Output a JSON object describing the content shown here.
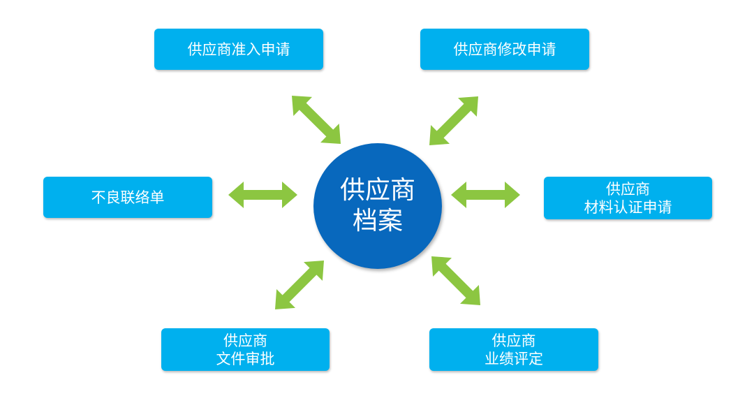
{
  "center": {
    "line1": "供应商",
    "line2": "档案"
  },
  "nodes": {
    "admission": {
      "lines": [
        "供应商准入申请"
      ]
    },
    "modify": {
      "lines": [
        "供应商修改申请"
      ]
    },
    "bad": {
      "lines": [
        "不良联络单"
      ]
    },
    "material": {
      "lines": [
        "供应商",
        "材料认证申请"
      ]
    },
    "file": {
      "lines": [
        "供应商",
        "文件审批"
      ]
    },
    "perf": {
      "lines": [
        "供应商",
        "业绩评定"
      ]
    }
  },
  "colors": {
    "box": "#00b0ee",
    "center": "#0868bd",
    "arrow": "#8cc641",
    "text": "#ffffff"
  }
}
